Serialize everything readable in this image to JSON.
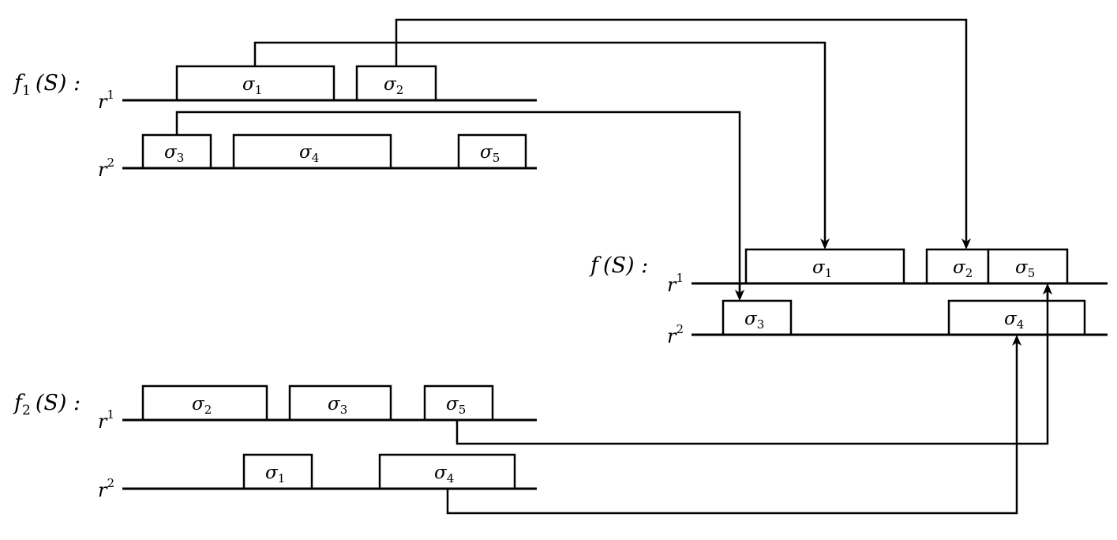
{
  "diagram": {
    "schedules": [
      {
        "id": "f1",
        "label": "f",
        "label_sub": "1",
        "label_suffix": "(S) :",
        "resources": [
          {
            "name": "r",
            "sup": "1",
            "jobs": [
              {
                "sym": "σ",
                "idx": "1"
              },
              {
                "sym": "σ",
                "idx": "2"
              }
            ]
          },
          {
            "name": "r",
            "sup": "2",
            "jobs": [
              {
                "sym": "σ",
                "idx": "3"
              },
              {
                "sym": "σ",
                "idx": "4"
              },
              {
                "sym": "σ",
                "idx": "5"
              }
            ]
          }
        ]
      },
      {
        "id": "f",
        "label": "f",
        "label_sub": "",
        "label_suffix": "(S) :",
        "resources": [
          {
            "name": "r",
            "sup": "1",
            "jobs": [
              {
                "sym": "σ",
                "idx": "1"
              },
              {
                "sym": "σ",
                "idx": "2"
              },
              {
                "sym": "σ",
                "idx": "5"
              }
            ]
          },
          {
            "name": "r",
            "sup": "2",
            "jobs": [
              {
                "sym": "σ",
                "idx": "3"
              },
              {
                "sym": "σ",
                "idx": "4"
              }
            ]
          }
        ]
      },
      {
        "id": "f2",
        "label": "f",
        "label_sub": "2",
        "label_suffix": "(S) :",
        "resources": [
          {
            "name": "r",
            "sup": "1",
            "jobs": [
              {
                "sym": "σ",
                "idx": "2"
              },
              {
                "sym": "σ",
                "idx": "3"
              },
              {
                "sym": "σ",
                "idx": "5"
              }
            ]
          },
          {
            "name": "r",
            "sup": "2",
            "jobs": [
              {
                "sym": "σ",
                "idx": "1"
              },
              {
                "sym": "σ",
                "idx": "4"
              }
            ]
          }
        ]
      }
    ],
    "mappings": [
      {
        "from": "f1.r1.σ1",
        "to": "f.r1.σ1"
      },
      {
        "from": "f1.r1.σ2",
        "to": "f.r1.σ2"
      },
      {
        "from": "f1.r2.σ3",
        "to": "f.r2.σ3"
      },
      {
        "from": "f2.r1.σ5",
        "to": "f.r1.σ5"
      },
      {
        "from": "f2.r2.σ4",
        "to": "f.r2.σ4"
      }
    ]
  }
}
